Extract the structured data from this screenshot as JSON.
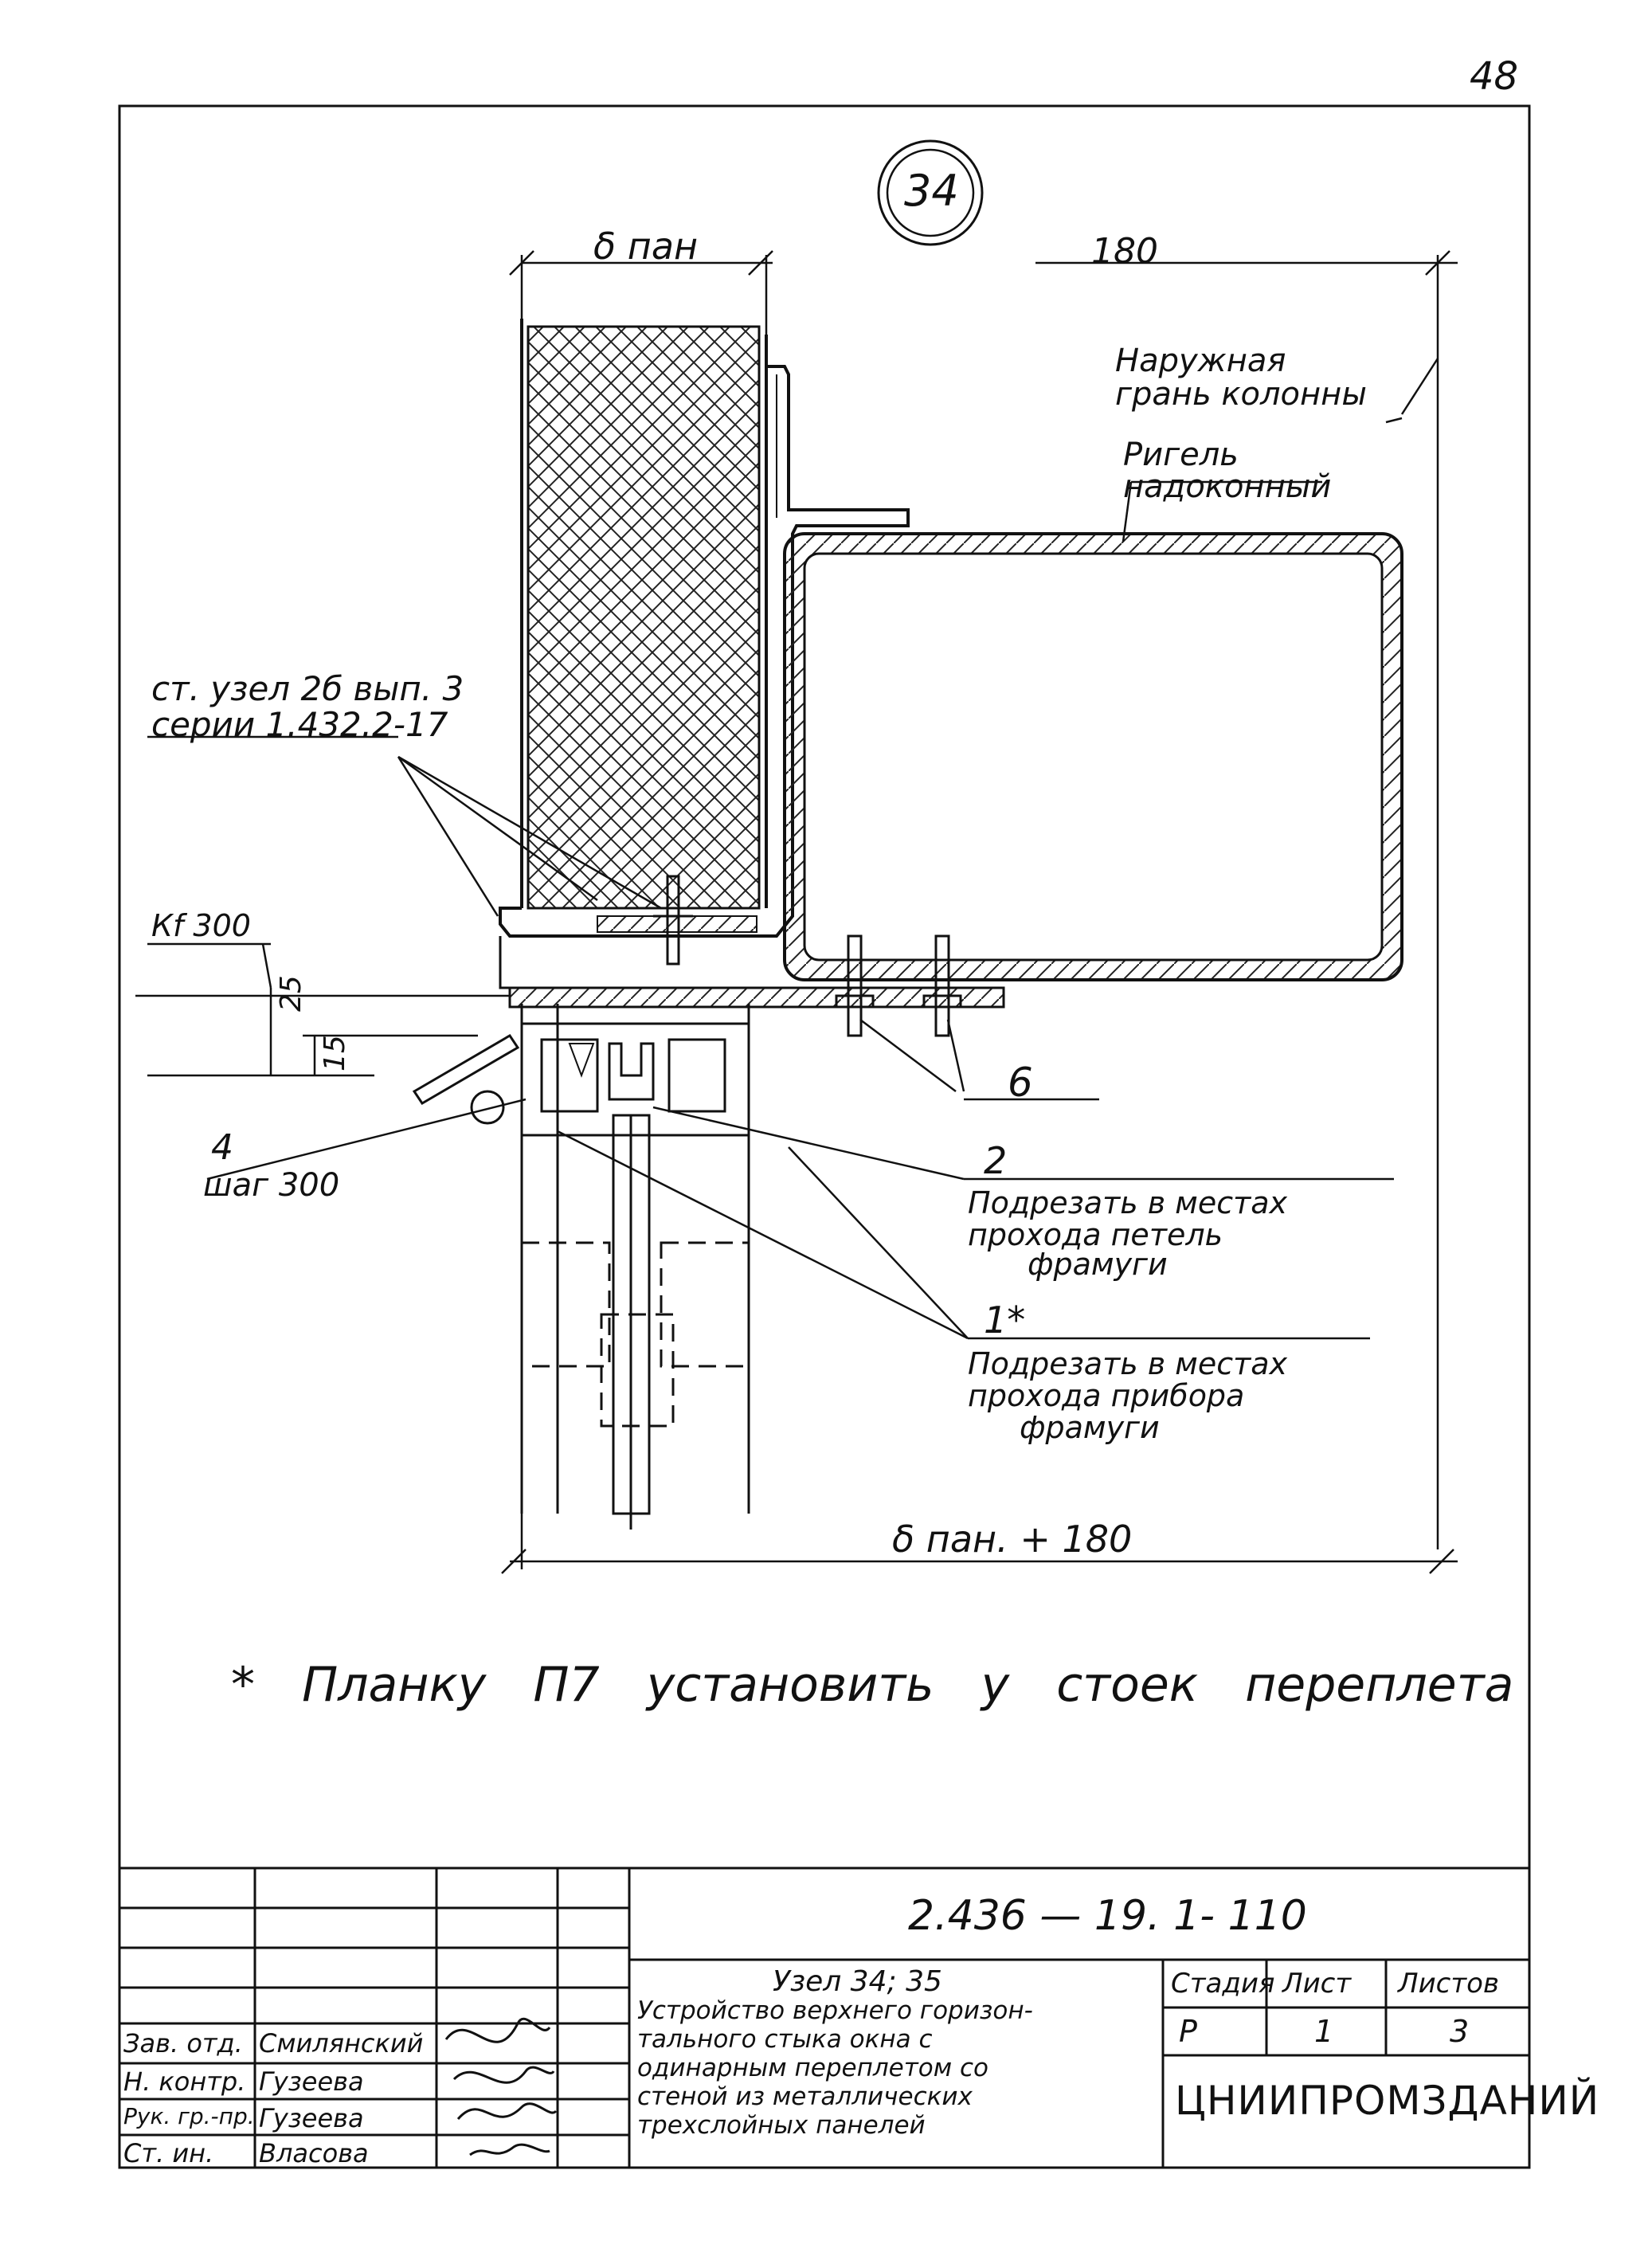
{
  "sheet_number": "48",
  "node_number": "34",
  "dim_panel": "δ пан",
  "dim_180": "180",
  "dim_total": "δ пан. + 180",
  "dim_kf": "Кf 300",
  "dim_25": "25",
  "dim_15": "15",
  "label_outer_face": [
    "Наружная",
    "грань колонны"
  ],
  "label_rigel": [
    "Ригель",
    "надоконный"
  ],
  "label_ref": [
    "ст. узел 2б вып. 3",
    "серии 1.432.2-17"
  ],
  "label_4": [
    "4",
    "шаг 300"
  ],
  "label_6": "6",
  "label_2": [
    "2",
    "Подрезать в местах",
    "прохода петель",
    "фрамуги"
  ],
  "label_1": [
    "1*",
    "Подрезать в местах",
    "прохода прибора",
    "фрамуги"
  ],
  "note": "* Планку П7 установить у стоек переплета",
  "title_block": {
    "designation": "2.436 — 19. 1- 110",
    "node_title": "Узел 34; 35",
    "description": [
      "Устройство верхнего горизон-",
      "тального стыка окна с",
      "одинарным переплетом со",
      "стеной из металлических",
      "трехслойных панелей"
    ],
    "stage_label": "Стадия",
    "sheet_label": "Лист",
    "sheets_label": "Листов",
    "stage": "Р",
    "sheet": "1",
    "sheets": "3",
    "org": "ЦНИИПРОМЗДАНИЙ",
    "roles": [
      {
        "role": "Зав. отд.",
        "name": "Смилянский"
      },
      {
        "role": "Н. контр.",
        "name": "Гузеева"
      },
      {
        "role": "Рук. гр.-пр.",
        "name": "Гузеева"
      },
      {
        "role": "Ст. ин.",
        "name": "Власова"
      }
    ]
  }
}
